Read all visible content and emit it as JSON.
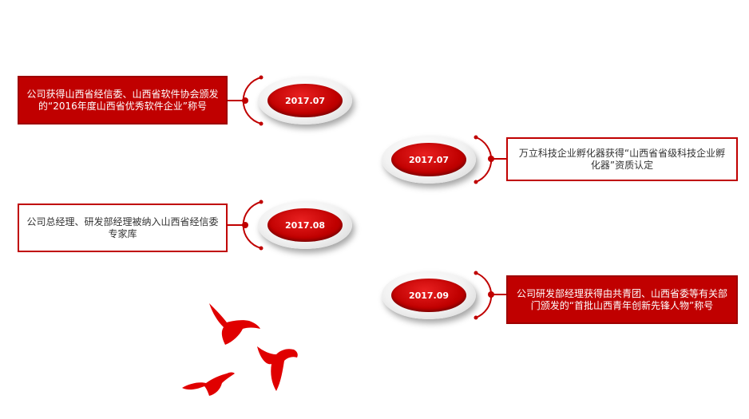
{
  "events": [
    {
      "date": "2017.07",
      "text": "公司获得山西省经信委、山西省软件协会颁发的“2016年度山西省优秀软件企业”称号",
      "style": "filled"
    },
    {
      "date": "2017.07",
      "text": "万立科技企业孵化器获得“山西省省级科技企业孵化器”资质认定",
      "style": "outlined"
    },
    {
      "date": "2017.08",
      "text": "公司总经理、研发部经理被纳入山西省经信委专家库",
      "style": "outlined"
    },
    {
      "date": "2017.09",
      "text": "公司研发部经理获得由共青团、山西省委等有关部门颁发的“首批山西青年创新先锋人物”称号",
      "style": "filled"
    }
  ],
  "colors": {
    "accent": "#c00000",
    "node_ring": "#f2f2f2"
  },
  "decoration": {
    "icon": "flying-doves-icon"
  }
}
